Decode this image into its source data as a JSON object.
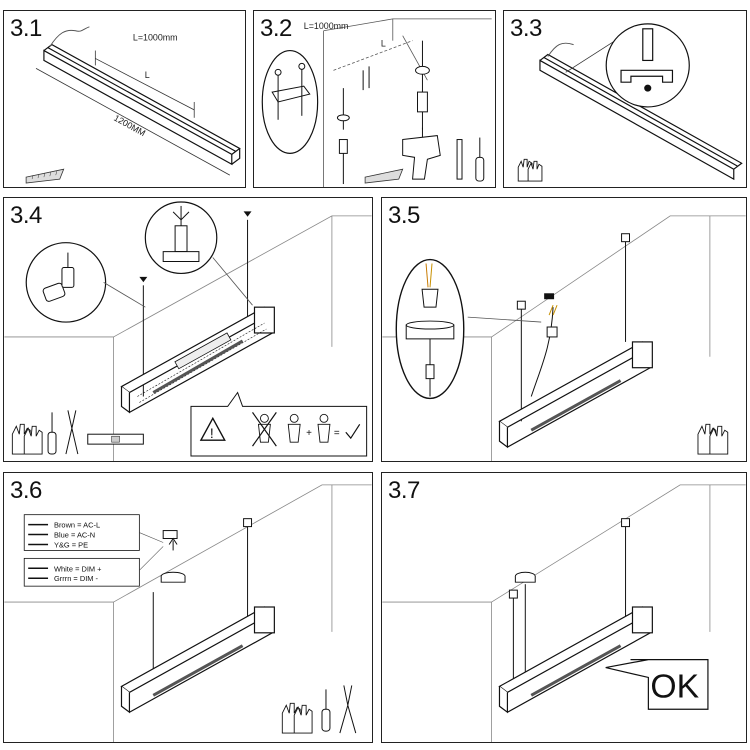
{
  "steps": {
    "s31": {
      "label": "3.1",
      "length_label": "L=1000mm",
      "l_marker": "L",
      "total_length": "1200MM"
    },
    "s32": {
      "label": "3.2",
      "length_label": "L=1000mm",
      "l_marker": "L"
    },
    "s33": {
      "label": "3.3"
    },
    "s34": {
      "label": "3.4"
    },
    "s35": {
      "label": "3.5"
    },
    "s36": {
      "label": "3.6",
      "wiring_ac": [
        "Brown = AC-L",
        "Blue  = AC-N",
        "Y&G   = PE"
      ],
      "wiring_dim": [
        "White = DIM +",
        "Grrrn = DIM -"
      ]
    },
    "s37": {
      "label": "3.7",
      "ok_text": "OK"
    }
  }
}
